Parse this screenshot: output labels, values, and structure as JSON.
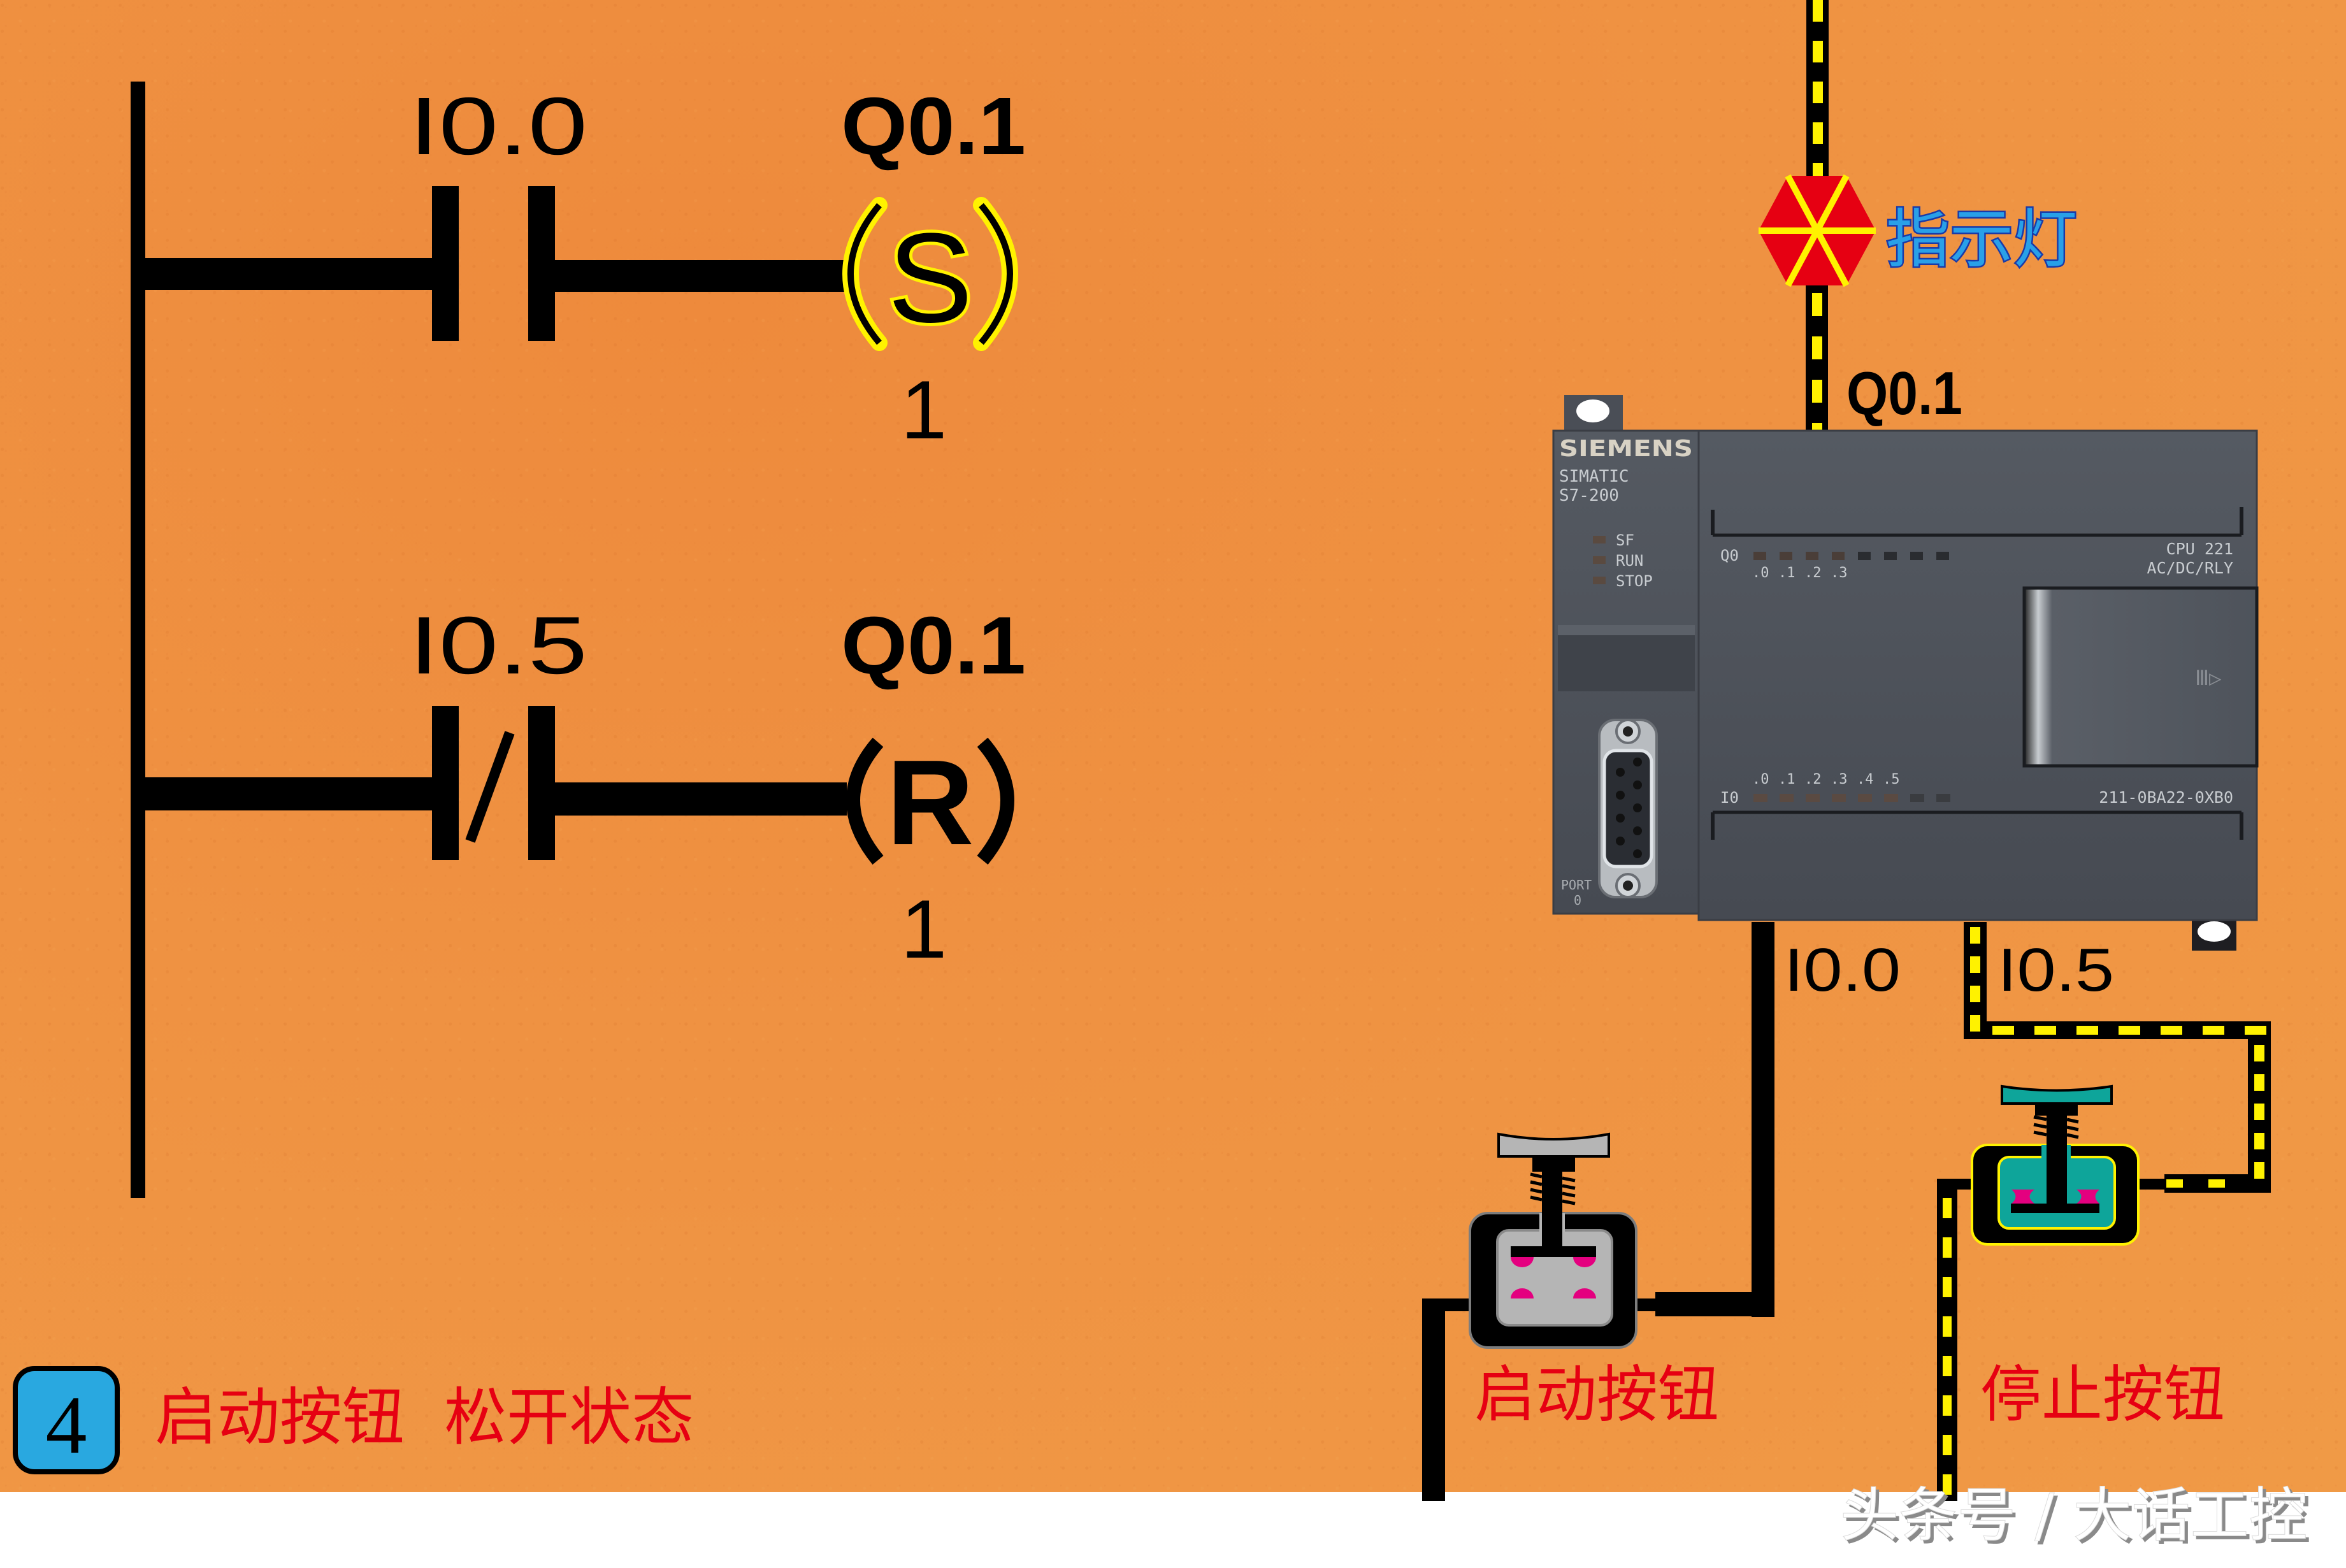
{
  "ladder": {
    "rung1": {
      "contact_address": "I0.0",
      "contact_type": "normally-open",
      "coil_address": "Q0.1",
      "coil_instruction": "S",
      "coil_count": "1"
    },
    "rung2": {
      "contact_address": "I0.5",
      "contact_type": "normally-closed",
      "coil_address": "Q0.1",
      "coil_instruction": "R",
      "coil_count": "1"
    }
  },
  "caption": {
    "step_number": "4",
    "text": "启动按钮  松开状态"
  },
  "wiring": {
    "lamp_label": "指示灯",
    "output_label": "Q0.1",
    "input_start_label": "I0.0",
    "input_stop_label": "I0.5",
    "start_button_label": "启动按钮",
    "stop_button_label": "停止按钮"
  },
  "plc": {
    "brand": "SIEMENS",
    "series_line1": "SIMATIC",
    "series_line2": "S7-200",
    "status_leds": [
      "SF",
      "RUN",
      "STOP"
    ],
    "output_group": "Q0",
    "output_bits": [
      ".0",
      ".1",
      ".2",
      ".3"
    ],
    "input_group": "I0",
    "input_bits": [
      ".0",
      ".1",
      ".2",
      ".3",
      ".4",
      ".5"
    ],
    "cpu_model": "CPU 221",
    "cpu_type": "AC/DC/RLY",
    "order_number": "211-0BA22-0XB0",
    "port_label_line1": "PORT",
    "port_label_line2": "0"
  },
  "watermark": "头条号 / 大话工控",
  "colors": {
    "background": "#ef9242",
    "wire": "#000000",
    "energized_dash": "#fff200",
    "lamp_red": "#e60012",
    "lamp_rays": "#fff200",
    "lamp_label": "#1e90e6",
    "caption_red": "#e60012",
    "badge_blue": "#29a8e0",
    "plc_body": "#4b5058",
    "start_button": "#b5b5b5",
    "stop_button": "#0ea59a",
    "contact_pink": "#e4007f"
  }
}
